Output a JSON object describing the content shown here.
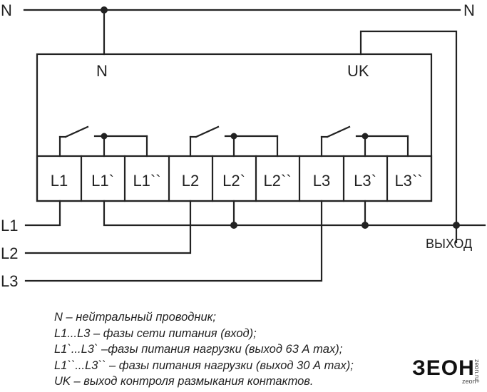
{
  "wires": {
    "neutral_left": "N",
    "neutral_right": "N",
    "line_1": "L1",
    "line_2": "L2",
    "line_3": "L3",
    "output": "ВЫХОД"
  },
  "device": {
    "neutral_terminal": "N",
    "control_terminal": "UK",
    "terminals": [
      "L1",
      "L1`",
      "L1``",
      "L2",
      "L2`",
      "L2``",
      "L3",
      "L3`",
      "L3``"
    ]
  },
  "legend": [
    "N – нейтральный проводник;",
    "L1...L3 – фазы сети питания (вход);",
    "L1`...L3` –фазы питания нагрузки (выход 63 А max);",
    "L1``...L3`` – фазы питания нагрузки (выход 30 А max);",
    "UK – выход контроля размыкания контактов."
  ],
  "logo": {
    "brand": "ЗЕОН",
    "side": "zeon.ru",
    "small": "zeon+"
  }
}
